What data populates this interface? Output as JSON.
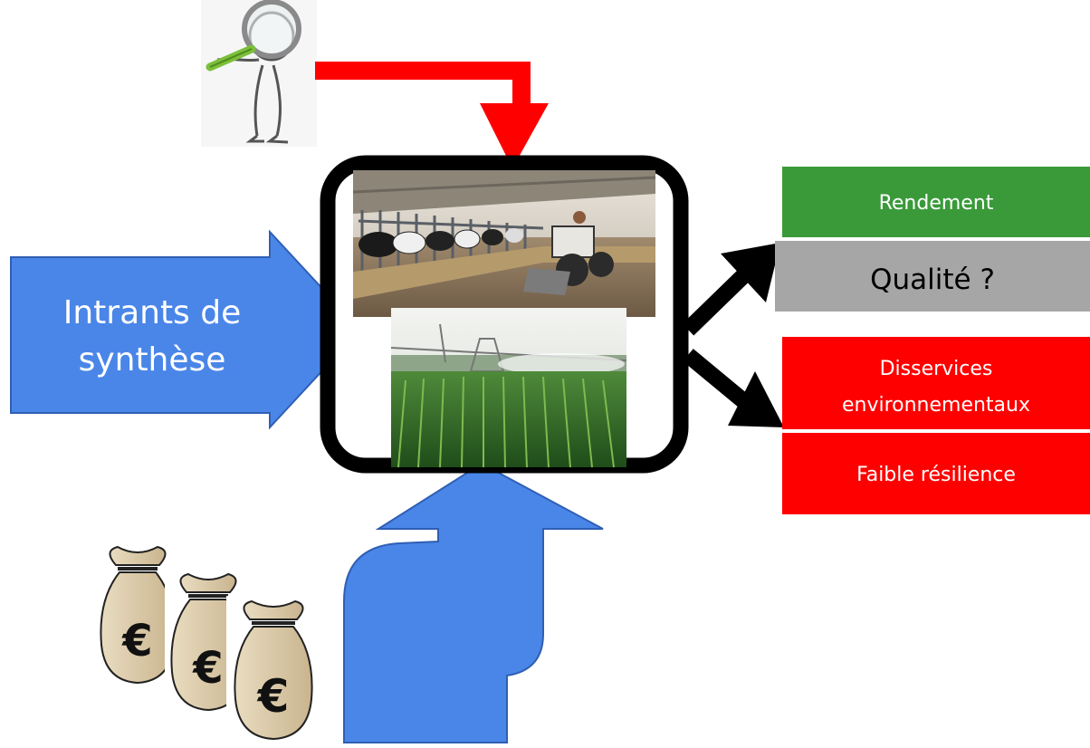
{
  "inputs_arrow": {
    "line1": "Intrants de",
    "line2": "synthèse"
  },
  "outputs": [
    {
      "text_lines": [
        "Rendement"
      ],
      "color": "#3a9a3a",
      "text_color": "#ffffff"
    },
    {
      "text_lines": [
        "Qualité ?"
      ],
      "color": "#a6a6a6",
      "text_color": "#000000"
    },
    {
      "text_lines": [
        "Disservices",
        "environnementaux"
      ],
      "color": "#ff0000",
      "text_color": "#ffffff"
    },
    {
      "text_lines": [
        "Faible résilience"
      ],
      "color": "#ff0000",
      "text_color": "#ffffff"
    }
  ],
  "money_symbol": "€",
  "colors": {
    "blue_arrow": "#4a86e8",
    "blue_arrow_stroke": "#2f5fb3",
    "red_arrow": "#ff0000",
    "farm_frame": "#000000",
    "output_arrows": "#000000"
  },
  "icons": {
    "inspector": "magnifier-person-icon",
    "money": "money-bag-icon",
    "barn": "dairy-barn-photo",
    "field": "irrigated-cornfield-photo"
  }
}
